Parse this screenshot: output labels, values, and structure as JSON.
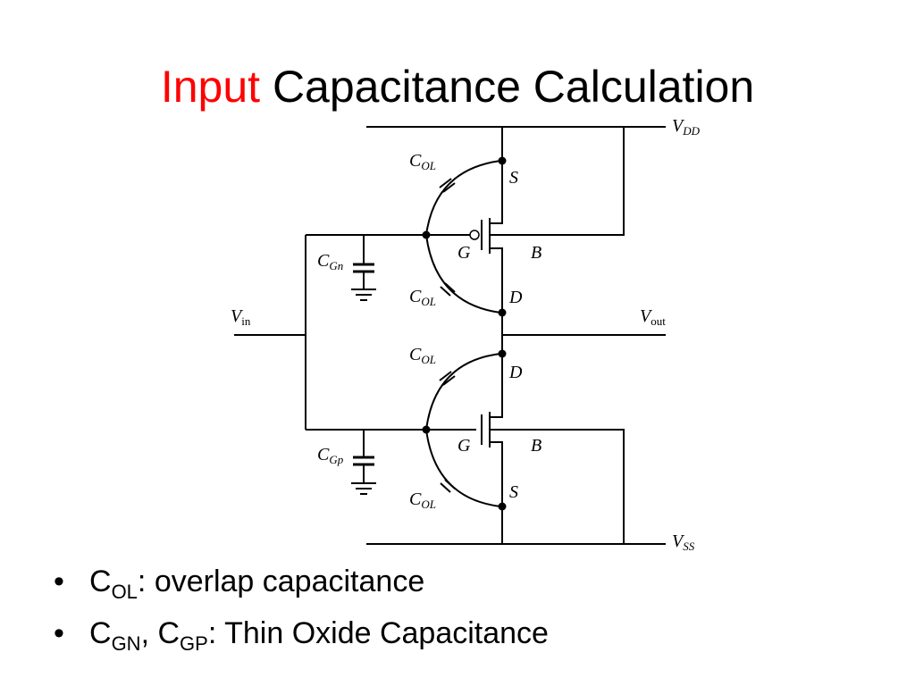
{
  "title": {
    "accent": "Input",
    "rest": "Capacitance Calculation"
  },
  "diagram": {
    "labels": {
      "vdd": {
        "main": "V",
        "sub": "DD"
      },
      "vss": {
        "main": "V",
        "sub": "SS"
      },
      "vin": {
        "main": "V",
        "sub": "in"
      },
      "vout": {
        "main": "V",
        "sub": "out"
      },
      "cgn": {
        "main": "C",
        "sub": "Gn"
      },
      "cgp": {
        "main": "C",
        "sub": "Gp"
      },
      "col": {
        "main": "C",
        "sub": "OL"
      },
      "s": "S",
      "d": "D",
      "g": "G",
      "b": "B"
    }
  },
  "bullets": [
    {
      "main": "C",
      "sub": "OL",
      "text": ": overlap capacitance"
    },
    {
      "main1": "C",
      "sub1": "GN",
      "sep": ", ",
      "main2": "C",
      "sub2": "GP",
      "text": ": Thin Oxide Capacitance"
    }
  ],
  "colors": {
    "accent": "#ff0000",
    "text": "#000000",
    "background": "#ffffff"
  },
  "icons": {
    "bullet": "bullet-dot"
  }
}
